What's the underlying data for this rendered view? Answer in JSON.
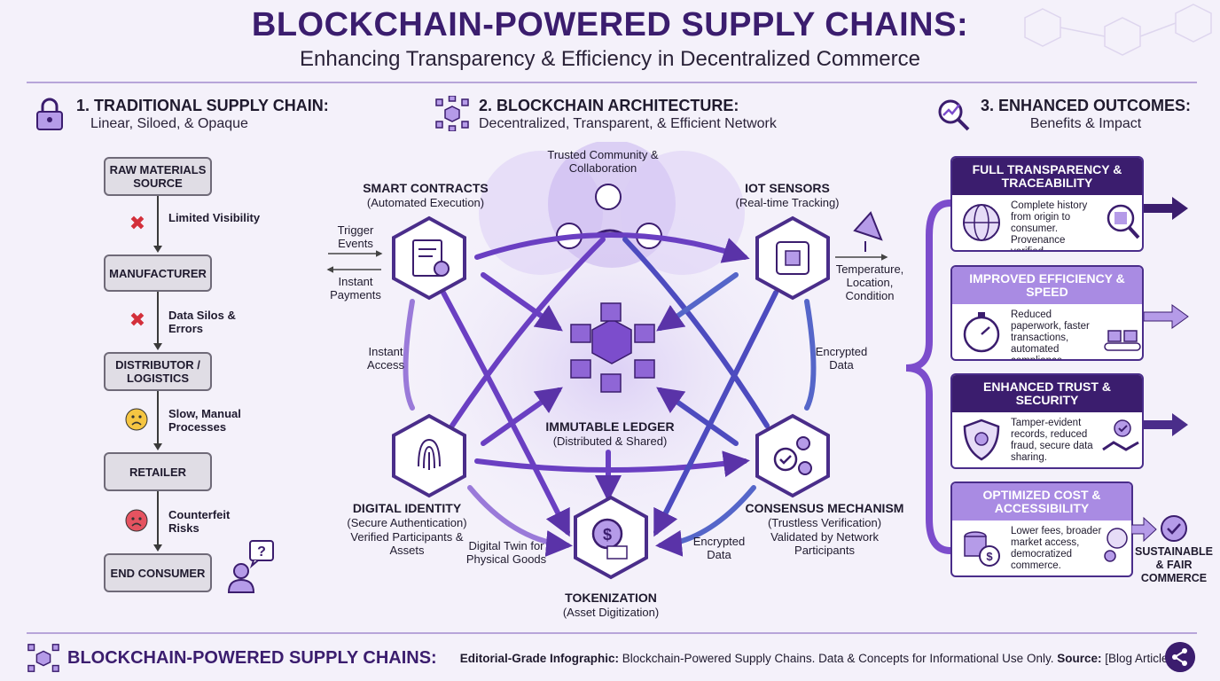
{
  "header": {
    "title": "BLOCKCHAIN-POWERED SUPPLY CHAINS:",
    "subtitle": "Enhancing Transparency & Efficiency in Decentralized Commerce"
  },
  "section1": {
    "title": "1. TRADITIONAL SUPPLY CHAIN:",
    "subtitle": "Linear, Siloed, & Opaque",
    "steps": [
      "RAW MATERIALS SOURCE",
      "MANUFACTURER",
      "DISTRIBUTOR / LOGISTICS",
      "RETAILER",
      "END CONSUMER"
    ],
    "issues": [
      "Limited Visibility",
      "Data Silos & Errors",
      "Slow, Manual Processes",
      "Counterfeit Risks"
    ]
  },
  "section2": {
    "title": "2. BLOCKCHAIN ARCHITECTURE:",
    "subtitle": "Decentralized, Transparent, & Efficient Network",
    "community": "Trusted Community & Collaboration",
    "smart": {
      "title": "SMART CONTRACTS",
      "sub": "(Automated Execution)"
    },
    "iot": {
      "title": "IOT SENSORS",
      "sub": "(Real-time Tracking)"
    },
    "ledger": {
      "title": "IMMUTABLE LEDGER",
      "sub": "(Distributed & Shared)"
    },
    "identity": {
      "title": "DIGITAL IDENTITY",
      "sub": "(Secure Authentication)",
      "note": "Verified Participants & Assets"
    },
    "consensus": {
      "title": "CONSENSUS MECHANISM",
      "sub": "(Trustless Verification)",
      "note": "Validated by Network Participants"
    },
    "token": {
      "title": "TOKENIZATION",
      "sub": "(Asset Digitization)"
    },
    "labels": {
      "trigger": "Trigger Events",
      "payments": "Instant Payments",
      "access": "Instant Access",
      "env": "Temperature, Location, Condition",
      "enc1": "Encrypted Data",
      "enc2": "Encrypted Data",
      "twin": "Digital Twin for Physical Goods"
    }
  },
  "section3": {
    "title": "3. ENHANCED OUTCOMES:",
    "subtitle": "Benefits & Impact",
    "cards": [
      {
        "title": "FULL TRANSPARENCY & TRACEABILITY",
        "text": "Complete history from origin to consumer. Provenance verified."
      },
      {
        "title": "IMPROVED EFFICIENCY & SPEED",
        "text": "Reduced paperwork, faster transactions, automated compliance."
      },
      {
        "title": "ENHANCED TRUST & SECURITY",
        "text": "Tamper-evident records, reduced fraud, secure data sharing."
      },
      {
        "title": "OPTIMIZED COST & ACCESSIBILITY",
        "text": "Lower fees, broader market access, democratized commerce."
      }
    ],
    "final": "SUSTAINABLE & FAIR COMMERCE"
  },
  "footer": {
    "title": "BLOCKCHAIN-POWERED SUPPLY CHAINS:",
    "note_bold": "Editorial-Grade Infographic:",
    "note": " Blockchain-Powered Supply Chains. Data & Concepts for Informational Use Only. ",
    "source_bold": "Source:",
    "source": " [Blog Article]"
  },
  "colors": {
    "primary": "#3b1d6e",
    "accent": "#7c4dcc",
    "light": "#b59be8"
  }
}
